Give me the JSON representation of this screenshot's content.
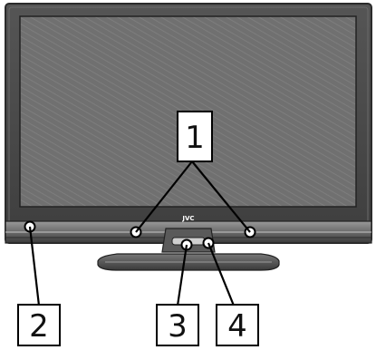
{
  "diagram": {
    "brand_logo": "JVC",
    "callouts": [
      {
        "id": "callout-1",
        "label": "1"
      },
      {
        "id": "callout-2",
        "label": "2"
      },
      {
        "id": "callout-3",
        "label": "3"
      },
      {
        "id": "callout-4",
        "label": "4"
      }
    ],
    "colors": {
      "bezel": "#4a4a4a",
      "bezel_edge": "#2b2b2b",
      "screen": "#6e6e6e",
      "screen_stripe": "#7c7c7c",
      "stand": "#5a5a5a",
      "leader_line": "#000000",
      "marker_fill": "#ffffff"
    }
  }
}
